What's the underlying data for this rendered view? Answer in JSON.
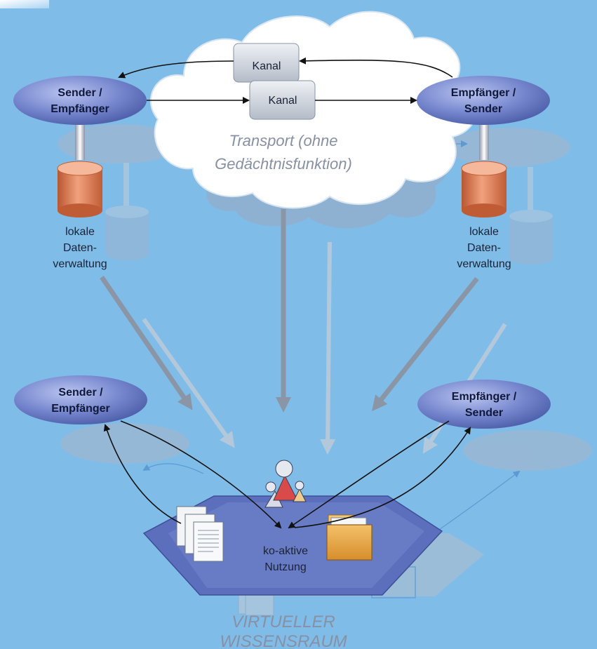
{
  "colors": {
    "background": "#7fbde8",
    "node": "#6d7fc6",
    "cloud": "#ffffff",
    "database": "#e0825c",
    "hexagon": "#6376c0",
    "folder": "#e6a640",
    "arrow_gray": "#8a96a6"
  },
  "top_left_node": {
    "line1": "Sender /",
    "line2": "Empfänger"
  },
  "top_right_node": {
    "line1": "Empfänger /",
    "line2": "Sender"
  },
  "bottom_left_node": {
    "line1": "Sender /",
    "line2": "Empfänger"
  },
  "bottom_right_node": {
    "line1": "Empfänger /",
    "line2": "Sender"
  },
  "channels": {
    "upper": "Kanal",
    "lower": "Kanal"
  },
  "transport": {
    "line1": "Transport (ohne",
    "line2": "Gedächtnisfunktion)"
  },
  "storage_left": {
    "line1": "lokale",
    "line2": "Daten-",
    "line3": "verwaltung"
  },
  "storage_right": {
    "line1": "lokale",
    "line2": "Daten-",
    "line3": "verwaltung"
  },
  "center": {
    "line1": "ko-aktive",
    "line2": "Nutzung"
  },
  "space": {
    "line1": "VIRTUELLER",
    "line2": "WISSENSRAUM"
  },
  "icons": [
    "cloud-icon",
    "database-icon",
    "documents-icon",
    "folder-icon",
    "users-icon"
  ]
}
